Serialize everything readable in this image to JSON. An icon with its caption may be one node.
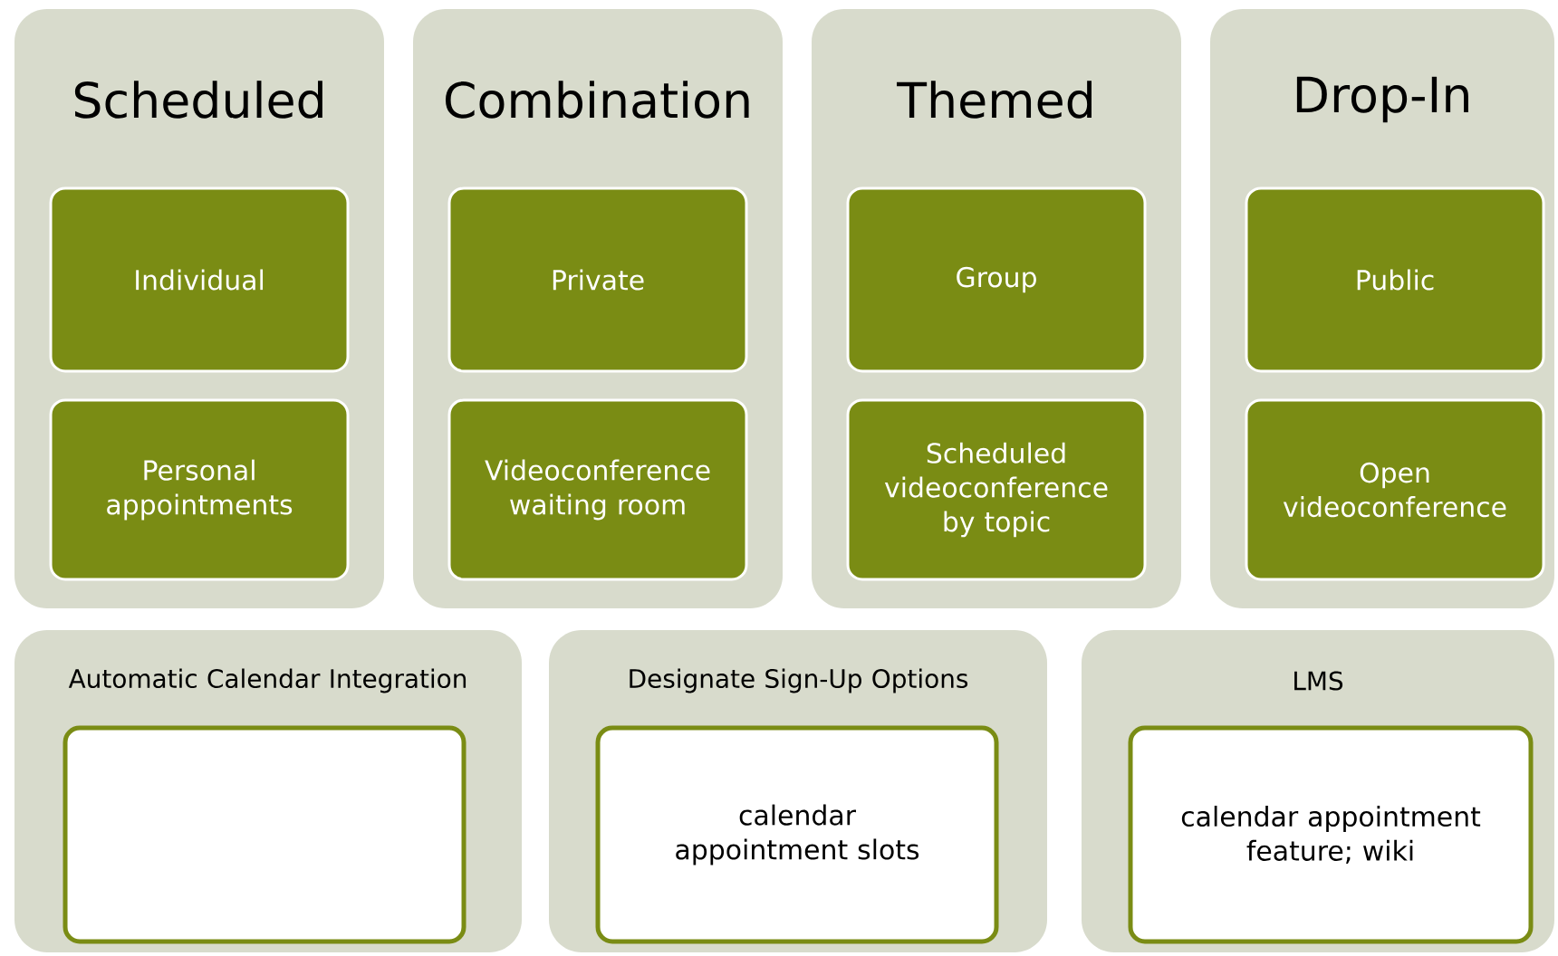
{
  "diagram": {
    "nodes": [
      {
        "text": [
          "Scheduled"
        ]
      },
      {
        "text": [
          "Individual"
        ],
        "in": 0
      },
      {
        "text": [
          "Personal appointments"
        ],
        "in": 0
      },
      {
        "text": [
          "Combination"
        ]
      },
      {
        "text": [
          "Private"
        ],
        "in": 3
      },
      {
        "text": [
          "Videoconference waiting room"
        ],
        "in": 3
      },
      {
        "text": [
          "Themed"
        ]
      },
      {
        "text": [
          "Group"
        ],
        "in": 6
      },
      {
        "text": [
          "Scheduled videoconference by topic"
        ],
        "in": 6
      },
      {
        "text": [
          "Drop-In"
        ]
      },
      {
        "text": [
          "Public"
        ],
        "in": 9
      },
      {
        "text": [
          "Open videoconference"
        ],
        "in": 9
      },
      {
        "text": [
          "Automatic Calendar Integration"
        ]
      },
      {
        "text": [],
        "shape": "box",
        "in": 12
      },
      {
        "text": [
          "Designate Sign-Up Options"
        ]
      },
      {
        "text": [
          "calendar appointment slots"
        ],
        "in": 14
      },
      {
        "text": [
          "LMS"
        ]
      },
      {
        "text": [
          "calendar appointment feature; wiki"
        ],
        "in": 16
      }
    ]
  }
}
